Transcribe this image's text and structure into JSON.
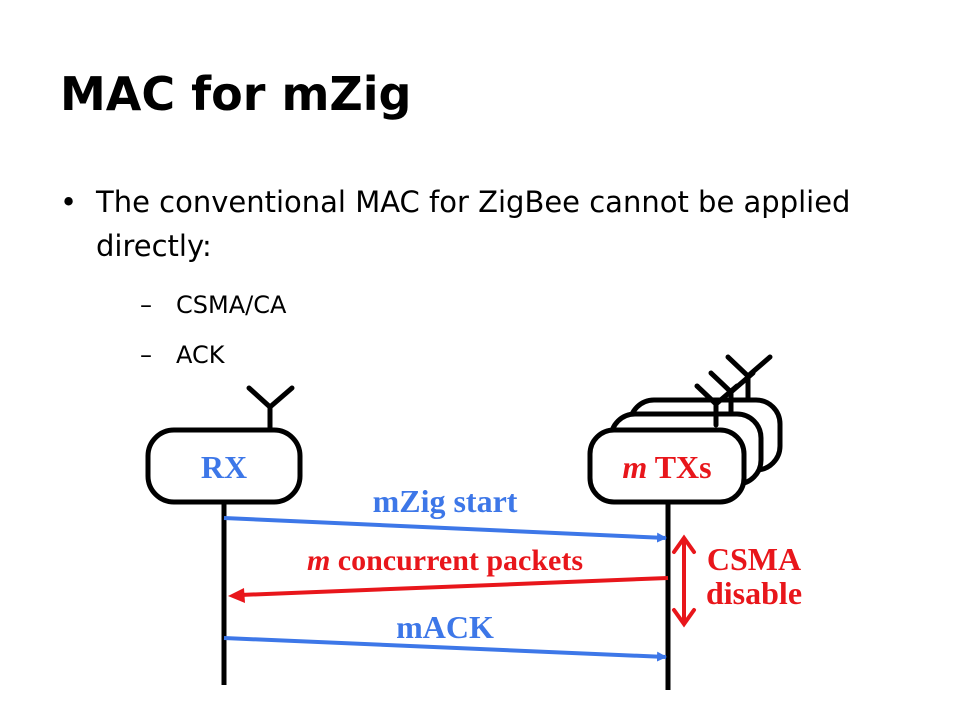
{
  "slide": {
    "title": "MAC for mZig",
    "bullet": {
      "marker": "•",
      "text": "The conventional MAC for ZigBee cannot be applied directly:",
      "sub_marker": "–",
      "subitems": [
        "CSMA/CA",
        "ACK"
      ]
    }
  },
  "diagram": {
    "rx_label": "RX",
    "tx_label_italic": "m",
    "tx_label_rest": " TXs",
    "msg_start": "mZig start",
    "msg_concurrent_italic": "m",
    "msg_concurrent_rest": " concurrent packets",
    "msg_ack": "mACK",
    "csma_line1": "CSMA",
    "csma_line2": "disable",
    "colors": {
      "blue": "#3d77e8",
      "red": "#e8161b",
      "black": "#000000"
    }
  }
}
